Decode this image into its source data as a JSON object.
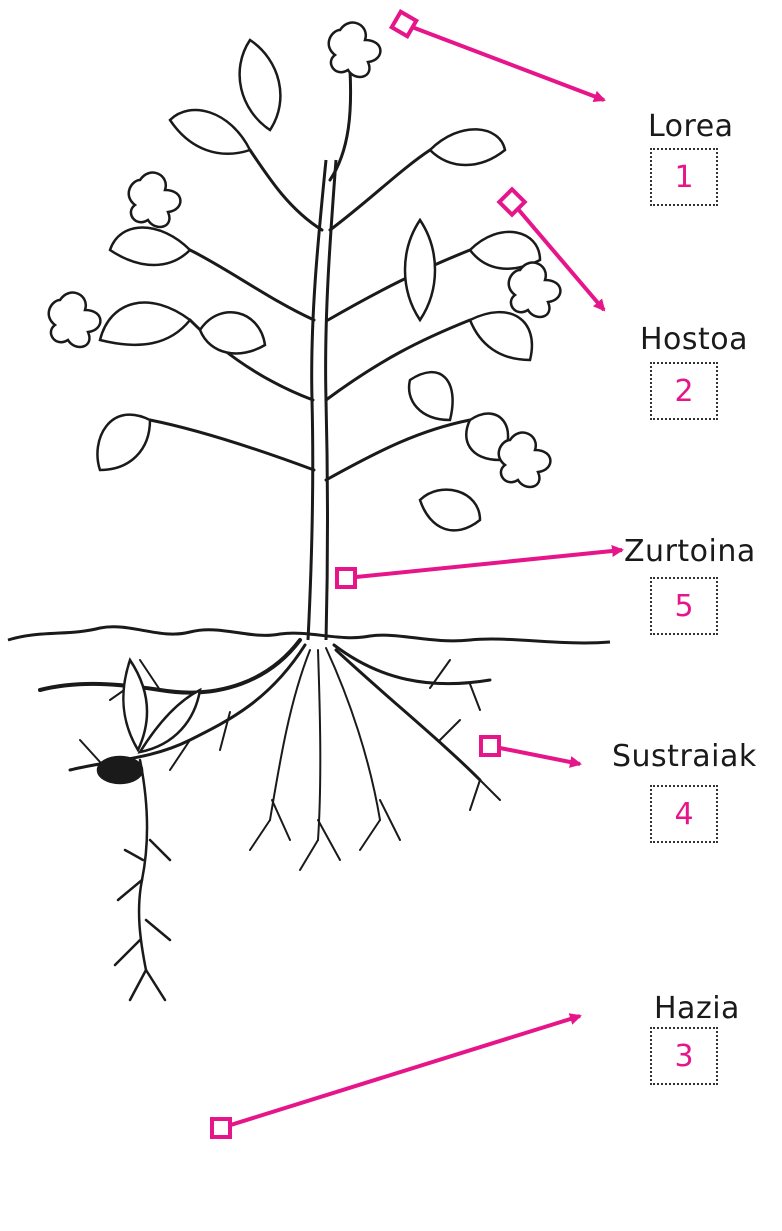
{
  "accent_color": "#e6168a",
  "line_color": "#1a1a1a",
  "labels": [
    {
      "id": "flower",
      "text": "Lorea",
      "number": "1"
    },
    {
      "id": "leaf",
      "text": "Hostoa",
      "number": "2"
    },
    {
      "id": "stem",
      "text": "Zurtoina",
      "number": "5"
    },
    {
      "id": "roots",
      "text": "Sustraiak",
      "number": "4"
    },
    {
      "id": "seed",
      "text": "Hazia",
      "number": "3"
    }
  ]
}
